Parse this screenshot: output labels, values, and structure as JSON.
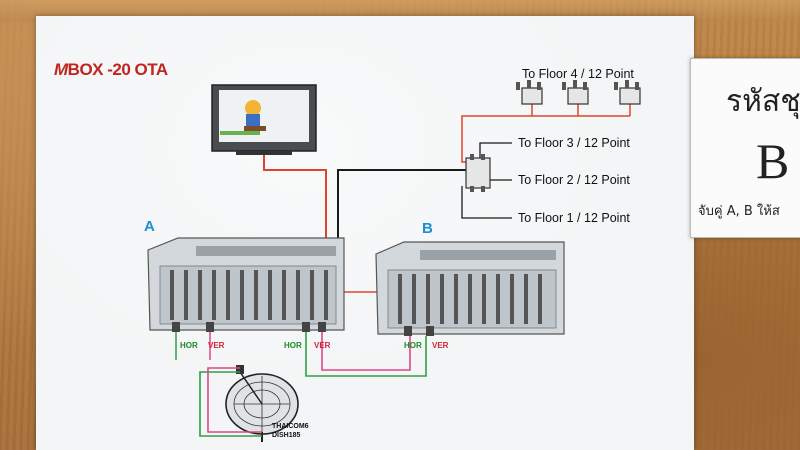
{
  "product_title": {
    "prefix": "M",
    "rest": "BOX -20 OTA"
  },
  "units": {
    "a": "A",
    "b": "B"
  },
  "floors": [
    "To Floor 4 / 12 Point",
    "To Floor 3 / 12 Point",
    "To Floor 2 / 12 Point",
    "To Floor 1 / 12 Point"
  ],
  "polarity": {
    "hor": "HOR",
    "ver": "VER"
  },
  "dish": {
    "line1": "THAICOM6",
    "line2": "DISH185"
  },
  "side_card": {
    "title": "รหัสชุ",
    "letter": "B",
    "note": "จับคู่ A, B ให้ส"
  },
  "colors": {
    "cable_red": "#e0452b",
    "cable_black": "#1a1a1a",
    "cable_green": "#2fa045",
    "cable_pink": "#e0468a",
    "unit_label": "#1b8fd0",
    "brand_red": "#c0251f"
  },
  "icons": [
    "tv-icon",
    "splitter-icon",
    "satellite-dish-icon",
    "multiswitch-unit"
  ]
}
